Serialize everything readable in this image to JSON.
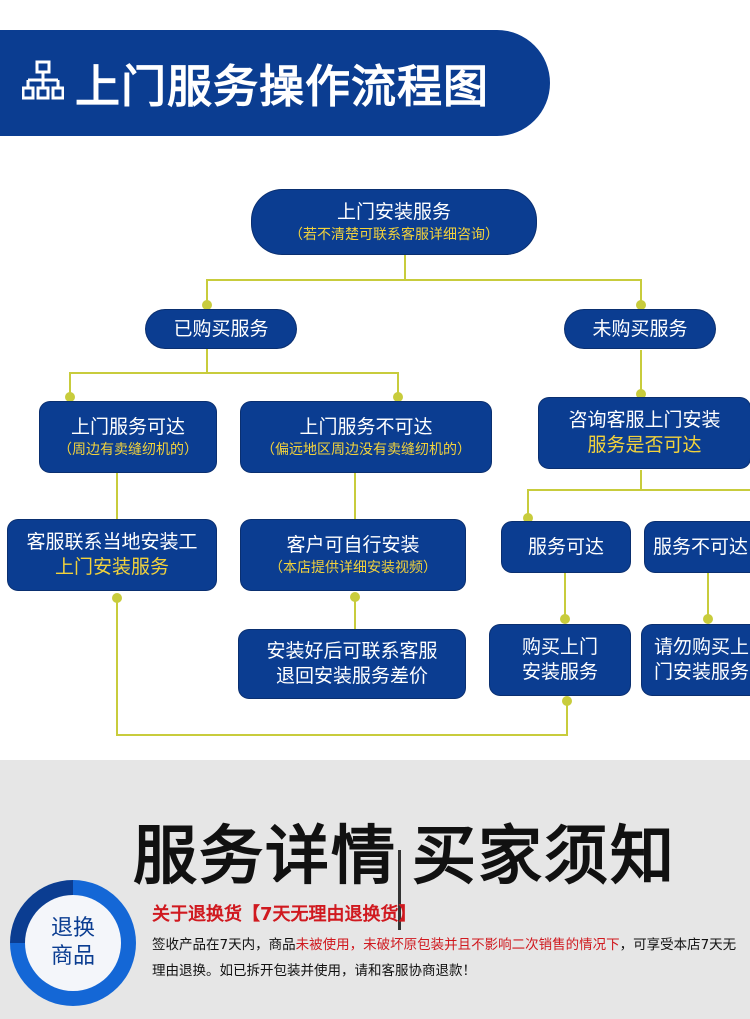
{
  "header": {
    "title": "上门服务操作流程图",
    "icon": "sitemap-icon",
    "color": "#0b3d91"
  },
  "flow": {
    "root": {
      "title": "上门安装服务",
      "sub": "（若不清楚可联系客服详细咨询）"
    },
    "bought": {
      "title": "已购买服务"
    },
    "not_bought": {
      "title": "未购买服务"
    },
    "reachable": {
      "title": "上门服务可达",
      "sub": "（周边有卖缝纫机的）"
    },
    "unreachable": {
      "title": "上门服务不可达",
      "sub": "（偏远地区周边没有卖缝纫机的）"
    },
    "consult": {
      "title": "咨询客服上门安装",
      "sub": "服务是否可达"
    },
    "local_installer": {
      "line1": "客服联系当地安装工",
      "line2": "上门安装服务"
    },
    "self_install": {
      "title": "客户可自行安装",
      "sub": "（本店提供详细安装视频）"
    },
    "refund_diff": {
      "line1": "安装好后可联系客服",
      "line2": "退回安装服务差价"
    },
    "service_ok": {
      "title": "服务可达"
    },
    "service_not_ok": {
      "title": "服务不可达"
    },
    "buy_service": {
      "line1": "购买上门",
      "line2": "安装服务"
    },
    "dont_buy": {
      "line1": "请勿购买上",
      "line2": "门安装服务"
    },
    "node_color": "#0b3d91",
    "line_color": "#c8cc3c",
    "subtext_color": "#f2d23c"
  },
  "details": {
    "title_left": "服务详情",
    "title_right": "买家须知",
    "badge_line1": "退换",
    "badge_line2": "商品",
    "return_title": "关于退换货【7天无理由退换货】",
    "body_a": "签收产品在7天内，商品",
    "body_red": "未被使用，未破坏原包装并且不影响二次销售的情况下",
    "body_b": "，可享受本店7天无理由退换。如已拆开包装并使用，请和客服协商退款！",
    "accent_red": "#d0191f"
  }
}
